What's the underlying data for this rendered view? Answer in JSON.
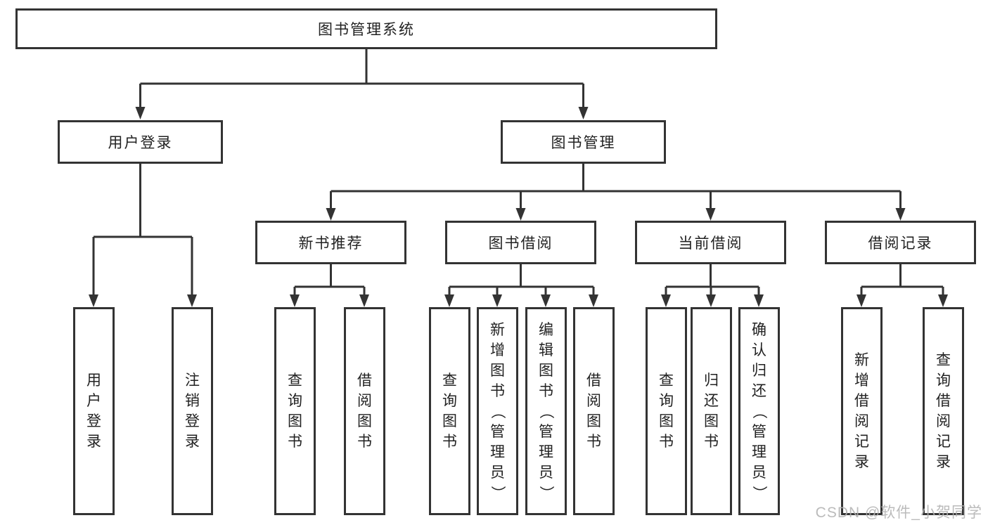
{
  "diagram": {
    "root": {
      "label": "图书管理系统"
    },
    "branches": [
      {
        "label": "用户登录",
        "children": [
          {
            "label": "用户登录"
          },
          {
            "label": "注销登录"
          }
        ]
      },
      {
        "label": "图书管理",
        "children": [
          {
            "label": "新书推荐",
            "children": [
              {
                "label": "查询图书"
              },
              {
                "label": "借阅图书"
              }
            ]
          },
          {
            "label": "图书借阅",
            "children": [
              {
                "label": "查询图书"
              },
              {
                "label": "新增图书（管理员）"
              },
              {
                "label": "编辑图书（管理员）"
              },
              {
                "label": "借阅图书"
              }
            ]
          },
          {
            "label": "当前借阅",
            "children": [
              {
                "label": "查询图书"
              },
              {
                "label": "归还图书"
              },
              {
                "label": "确认归还（管理员）"
              }
            ]
          },
          {
            "label": "借阅记录",
            "children": [
              {
                "label": "新增借阅记录"
              },
              {
                "label": "查询借阅记录"
              }
            ]
          }
        ]
      }
    ]
  },
  "colors": {
    "line": "#333333",
    "text": "#222222",
    "background": "#ffffff",
    "watermark": "#b2b2b2"
  },
  "watermark": {
    "text": "CSDN @软件_小贺同学"
  }
}
